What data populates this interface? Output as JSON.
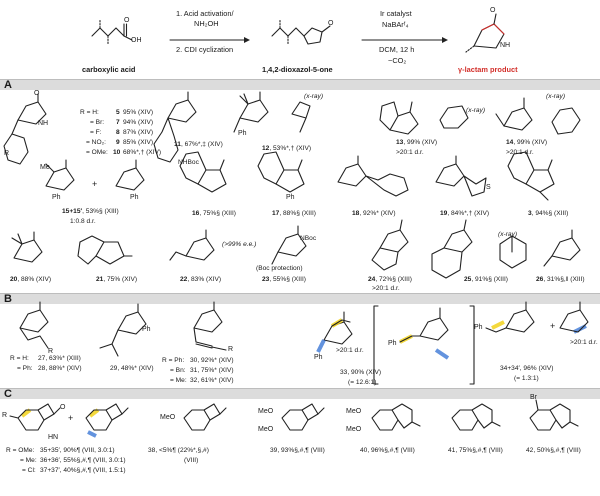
{
  "scheme": {
    "step1": "1. Acid activation/",
    "step1b": "NH₂OH",
    "step2": "2. CDI cyclization",
    "catalyst": "Ir catalyst",
    "additive": "NaBArᶠ₄",
    "solvent_time": "DCM, 12 h",
    "byproduct": "−CO₂",
    "start_label": "carboxylic acid",
    "mid_label": "1,4,2-dioxazol-5-one",
    "product_label": "γ-lactam product",
    "product_color": "#d3302b"
  },
  "sections": [
    "A",
    "B",
    "C"
  ],
  "sectionA": {
    "r_list": [
      {
        "r": "R = H:",
        "num": "5",
        "yld": "95% (XIV)"
      },
      {
        "r": "= Br:",
        "num": "7",
        "yld": "94% (XIV)"
      },
      {
        "r": "= F:",
        "num": "8",
        "yld": "87% (XIV)"
      },
      {
        "r": "= NO₂:",
        "num": "9",
        "yld": "85% (XIV)"
      },
      {
        "r": "= OMe:",
        "num": "10",
        "yld": "68%*,† (XIV)"
      }
    ],
    "items": [
      {
        "num": "11",
        "txt": ", 67%*,‡ (XIV)"
      },
      {
        "num": "12",
        "txt": ", 53%*,† (XIV)"
      },
      {
        "num": "13",
        "txt": ", 99% (XIV)",
        "sub": ">20:1 d.r."
      },
      {
        "num": "14",
        "txt": ", 99% (XIV)",
        "sub": ">20:1 d.r."
      },
      {
        "num": "15+15′",
        "txt": ", 53%§ (XIII)",
        "sub": "1:0.8 d.r."
      },
      {
        "num": "16",
        "txt": ", 75%§ (XIII)"
      },
      {
        "num": "17",
        "txt": ", 88%§ (XIII)"
      },
      {
        "num": "18",
        "txt": ", 92%* (XIV)"
      },
      {
        "num": "19",
        "txt": ", 84%*,† (XIV)"
      },
      {
        "num": "3",
        "txt": ", 94%§ (XIII)"
      },
      {
        "num": "20",
        "txt": ", 88% (XIV)"
      },
      {
        "num": "21",
        "txt": ", 75% (XIV)"
      },
      {
        "num": "22",
        "txt": ", 83% (XIV)"
      },
      {
        "num": "23",
        "txt": ", 55%§ (XIII)"
      },
      {
        "num": "24",
        "txt": ", 72%§ (XIII)",
        "sub": ">20:1 d.r."
      },
      {
        "num": "25",
        "txt": ", 91%§ (XIII)"
      },
      {
        "num": "26",
        "txt": ", 31%§,‖ (XIII)"
      }
    ],
    "xray": "(x-ray)",
    "ee": "(>99% e.e.)",
    "boc_note": "(Boc protection)",
    "nhboc": "NHBoc",
    "nboc": "NBoc"
  },
  "sectionB": {
    "r27": "R = H:",
    "r28": "= Ph:",
    "c27": "27, 63%* (XIII)",
    "c28": "28, 88%* (XIV)",
    "c29": "29, 48%* (XIV)",
    "r30": "R = Ph:",
    "r31": "= Bn:",
    "r32": "= Me:",
    "c30": "30, 92%* (XIV)",
    "c31": "31, 75%* (XIV)",
    "c32": "32, 61%* (XIV)",
    "dr33": ">20:1 d.r.",
    "c33": "33, 90% (XIV)",
    "ratio33": "(= 12.6:1)",
    "dr34": ">20:1 d.r.",
    "c34": "34+34′, 96% (XIV)",
    "ratio34": "(= 1.3:1)"
  },
  "sectionC": {
    "r35": "R = OMe:",
    "r36": "= Me:",
    "r37": "= Cl:",
    "c35": "35+35′, 90%¶ (VIII, 3.0:1)",
    "c36": "36+36′, 55%§,#,¶ (VIII, 3.0:1)",
    "c37": "37+37′, 40%§,#,¶ (VIII, 1.5:1)",
    "c38": "38, <5%¶ (22%*,§,#)",
    "c38b": "(VIII)",
    "c39": "39, 93%§,#,¶ (VIII)",
    "c40": "40, 96%§,#,¶ (VIII)",
    "c41": "41, 75%§,#,¶ (VIII)",
    "c42": "42, 50%§,#,¶ (VIII)"
  },
  "atoms": {
    "O": "O",
    "N": "N",
    "H": "H",
    "NH": "NH",
    "HN": "HN",
    "Ph": "Ph",
    "R": "R",
    "Me": "Me",
    "MeO": "MeO",
    "Br": "Br",
    "Cl": "Cl",
    "S": "S",
    "OH": "OH",
    "plus": "+"
  }
}
